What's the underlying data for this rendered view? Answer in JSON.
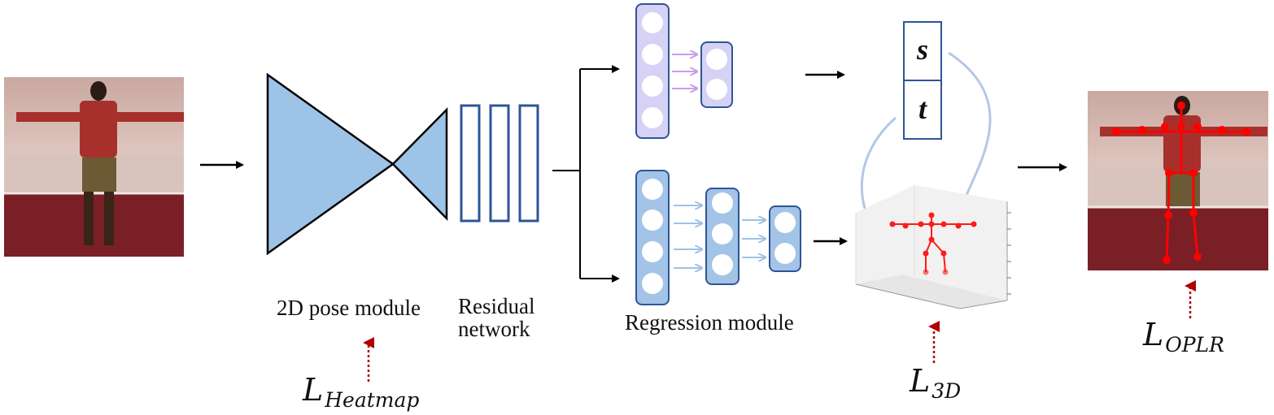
{
  "labels": {
    "pose2d": "2D pose module",
    "residual_line1": "Residual",
    "residual_line2": "network",
    "regression": "Regression module"
  },
  "vector": {
    "s": "s",
    "t": "t"
  },
  "losses": {
    "heatmap": {
      "symbol": "L",
      "sub": "Heatmap"
    },
    "l3d": {
      "symbol": "L",
      "sub": "3D"
    },
    "oplr": {
      "symbol": "L",
      "sub": "OPLR"
    }
  },
  "colors": {
    "hourglass": "#9dc3e6",
    "node_blue": "#a3c4e7",
    "node_purple": "#d6d2f5",
    "outline": "#2f5597",
    "arrow_purple": "#c59ee8",
    "arrow_blue": "#9dc3e6",
    "skeleton": "#ff1a1a",
    "loss_arrow": "#b00000",
    "curve": "#b4c7e7"
  }
}
